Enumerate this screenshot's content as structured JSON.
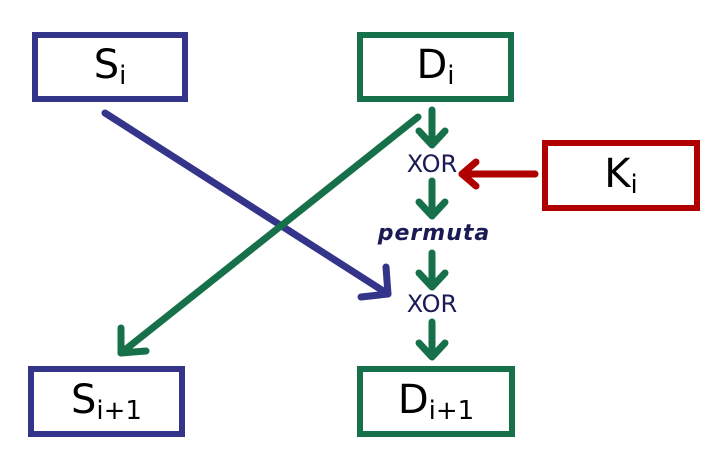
{
  "colors": {
    "source": "#33348a",
    "data": "#16714a",
    "key": "#b00000",
    "operation_text": "#1a1a55"
  },
  "boxes": {
    "s_i": {
      "main": "S",
      "sub": "i"
    },
    "d_i": {
      "main": "D",
      "sub": "i"
    },
    "k_i": {
      "main": "K",
      "sub": "i"
    },
    "s_next": {
      "main": "S",
      "sub": "i+1"
    },
    "d_next": {
      "main": "D",
      "sub": "i+1"
    }
  },
  "operations": {
    "xor_top": "XOR",
    "permute": "permuta",
    "xor_bottom": "XOR"
  }
}
